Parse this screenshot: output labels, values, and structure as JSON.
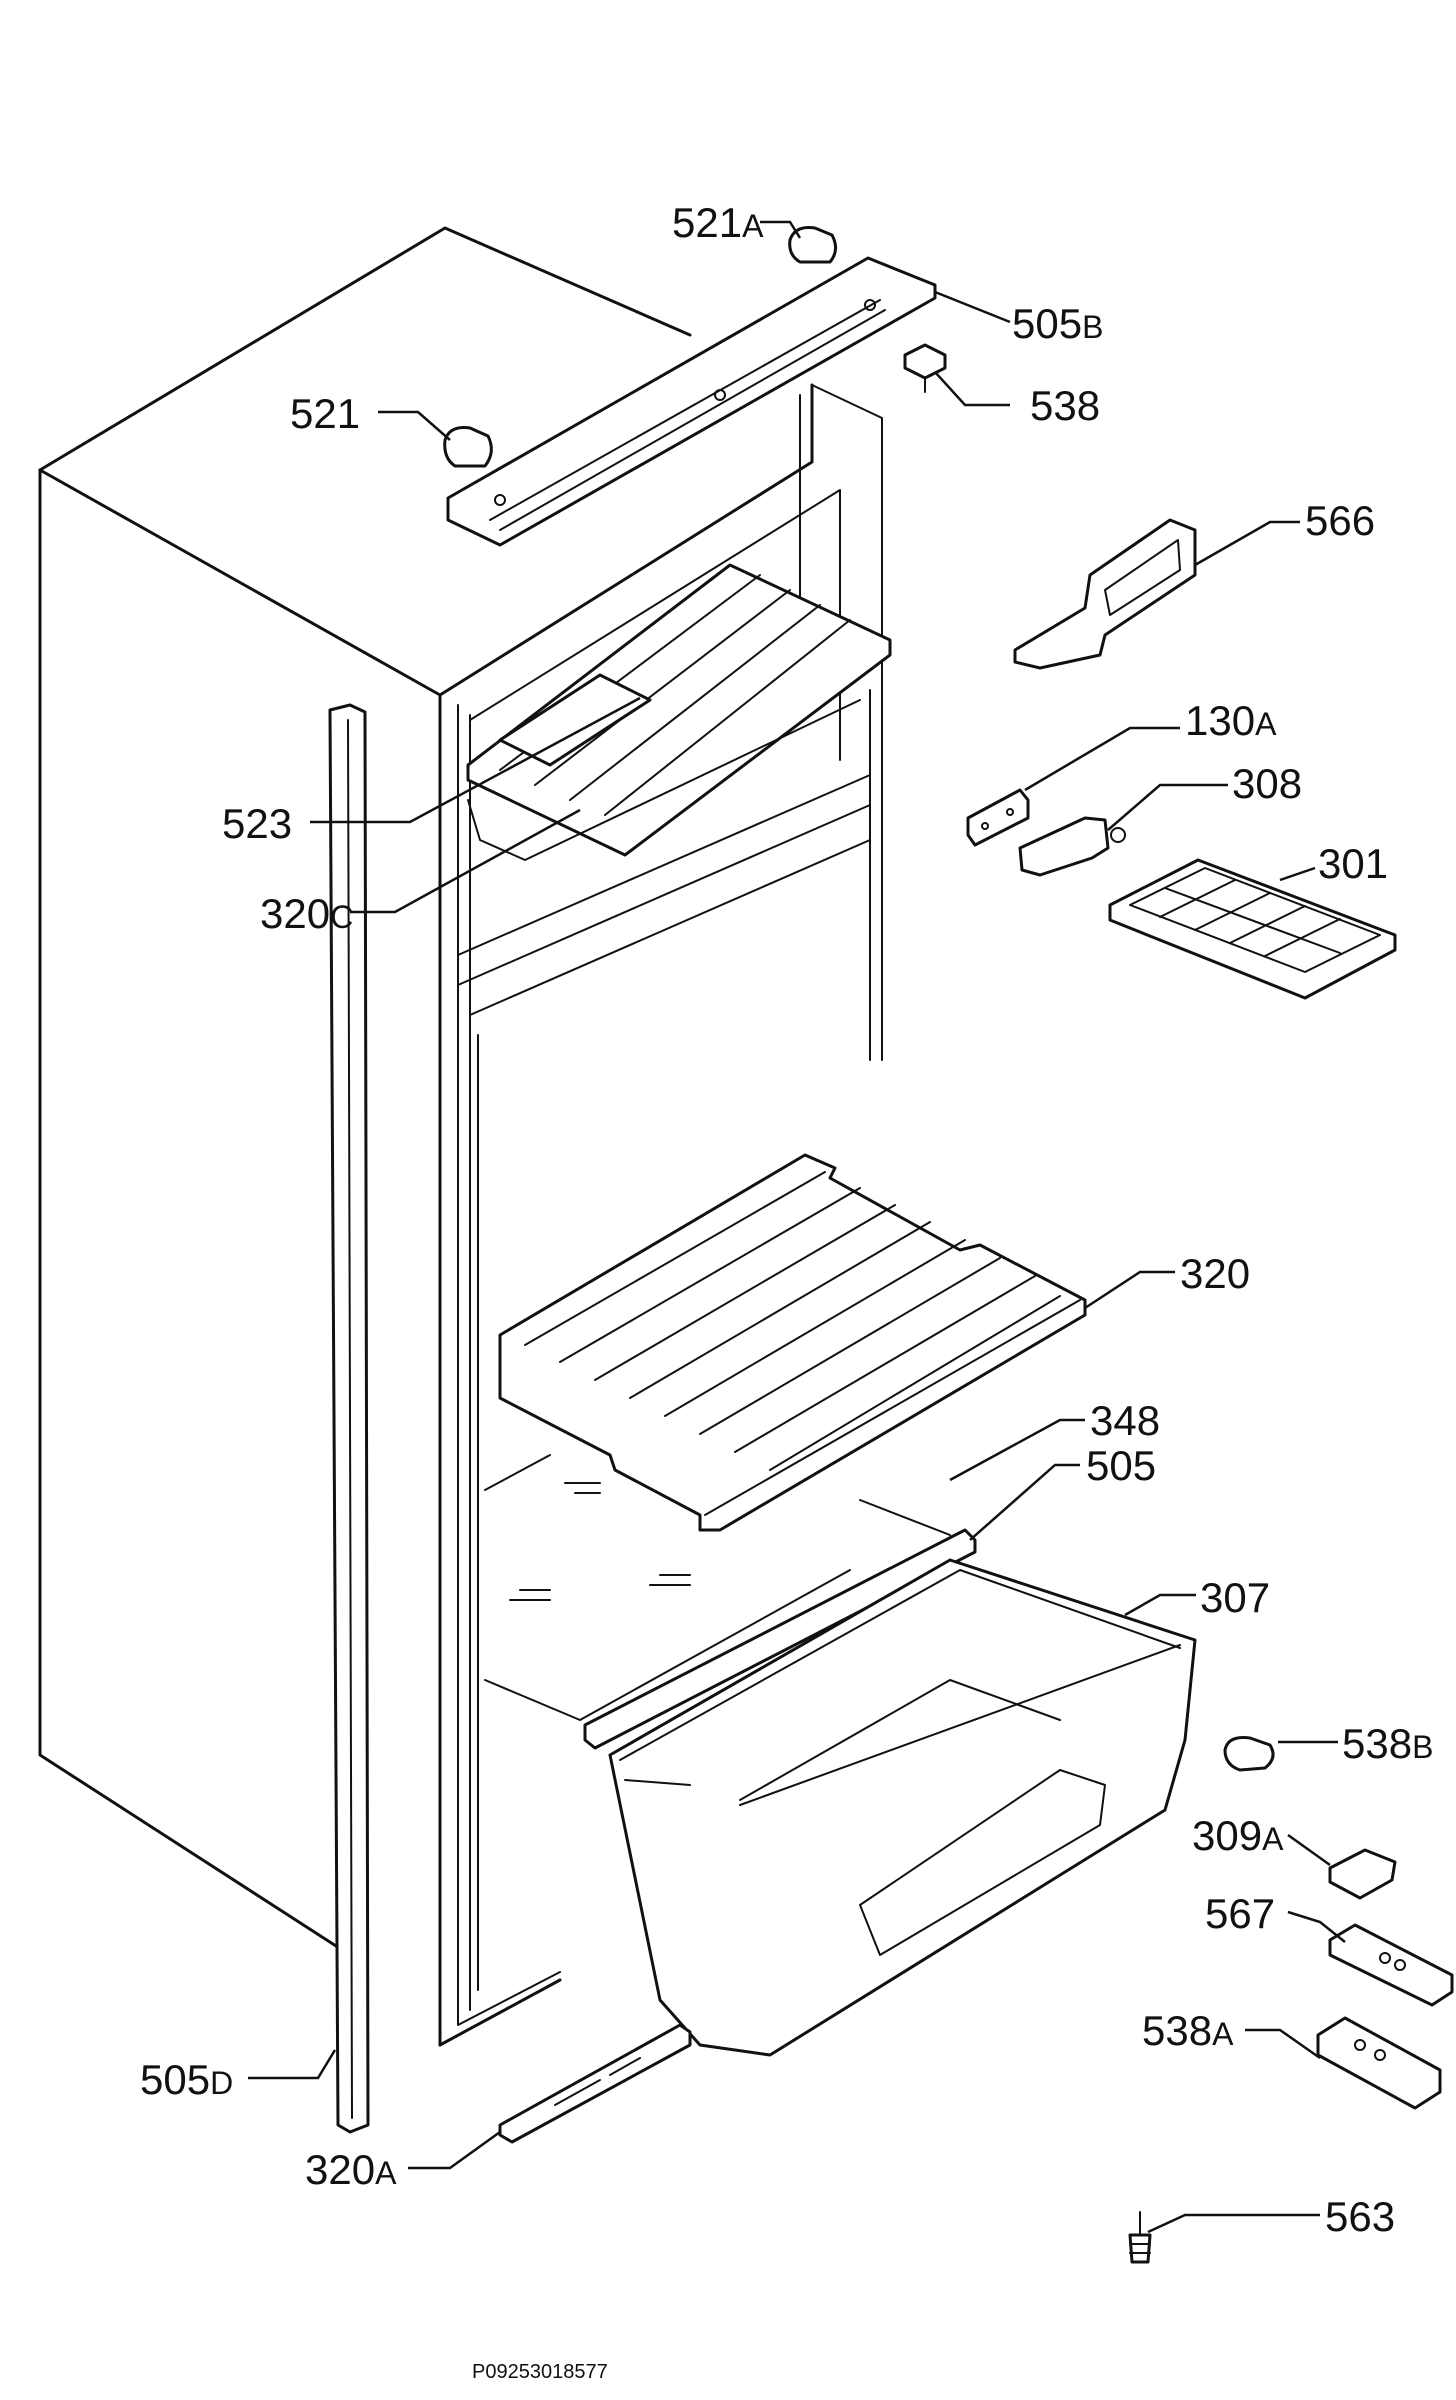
{
  "diagram": {
    "document_code": "P09253018577",
    "callouts": [
      {
        "num": "521",
        "suf": "A"
      },
      {
        "num": "505",
        "suf": "B"
      },
      {
        "num": "538",
        "suf": ""
      },
      {
        "num": "521",
        "suf": ""
      },
      {
        "num": "566",
        "suf": ""
      },
      {
        "num": "130",
        "suf": "A"
      },
      {
        "num": "308",
        "suf": ""
      },
      {
        "num": "301",
        "suf": ""
      },
      {
        "num": "523",
        "suf": ""
      },
      {
        "num": "320",
        "suf": "C"
      },
      {
        "num": "320",
        "suf": ""
      },
      {
        "num": "348",
        "suf": ""
      },
      {
        "num": "505",
        "suf": ""
      },
      {
        "num": "307",
        "suf": ""
      },
      {
        "num": "538",
        "suf": "B"
      },
      {
        "num": "309",
        "suf": "A"
      },
      {
        "num": "567",
        "suf": ""
      },
      {
        "num": "538",
        "suf": "A"
      },
      {
        "num": "505",
        "suf": "D"
      },
      {
        "num": "320",
        "suf": "A"
      },
      {
        "num": "563",
        "suf": ""
      }
    ]
  }
}
